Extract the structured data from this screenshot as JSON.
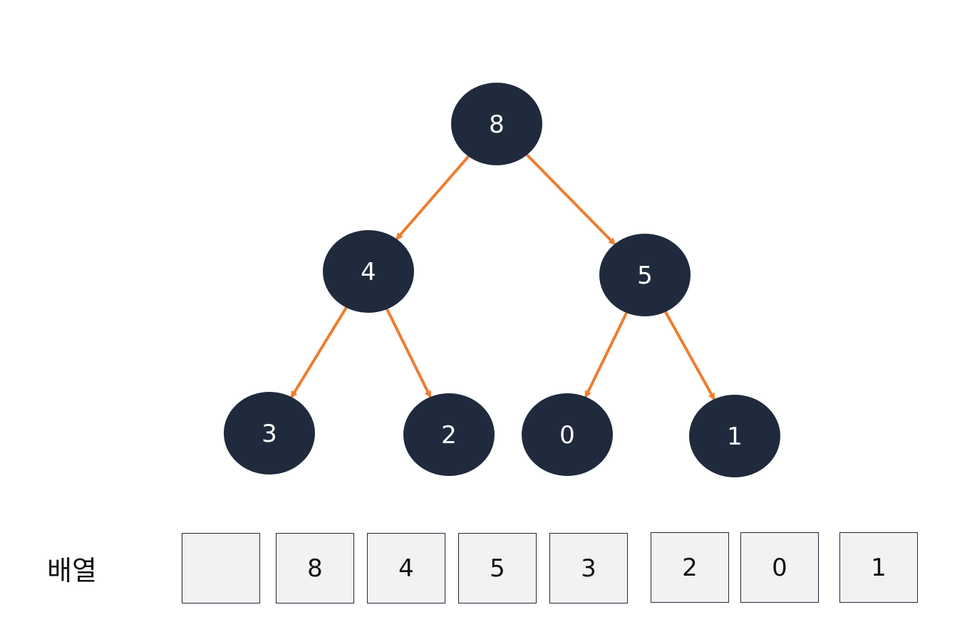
{
  "colors": {
    "node_fill": "#1f2a3c",
    "node_text": "#ffffff",
    "edge": "#ed7d31",
    "cell_fill": "#f2f2f2",
    "cell_border": "#1f2a3c"
  },
  "tree": {
    "nodes": [
      {
        "id": "n8",
        "label": "8"
      },
      {
        "id": "n4",
        "label": "4"
      },
      {
        "id": "n5",
        "label": "5"
      },
      {
        "id": "n3",
        "label": "3"
      },
      {
        "id": "n2",
        "label": "2"
      },
      {
        "id": "n0",
        "label": "0"
      },
      {
        "id": "n1",
        "label": "1"
      }
    ],
    "edges": [
      {
        "from": "n8",
        "to": "n4"
      },
      {
        "from": "n8",
        "to": "n5"
      },
      {
        "from": "n4",
        "to": "n3"
      },
      {
        "from": "n4",
        "to": "n2"
      },
      {
        "from": "n5",
        "to": "n0"
      },
      {
        "from": "n5",
        "to": "n1"
      }
    ]
  },
  "array": {
    "label": "배열",
    "cells": [
      "",
      "8",
      "4",
      "5",
      "3",
      "2",
      "0",
      "1"
    ]
  }
}
